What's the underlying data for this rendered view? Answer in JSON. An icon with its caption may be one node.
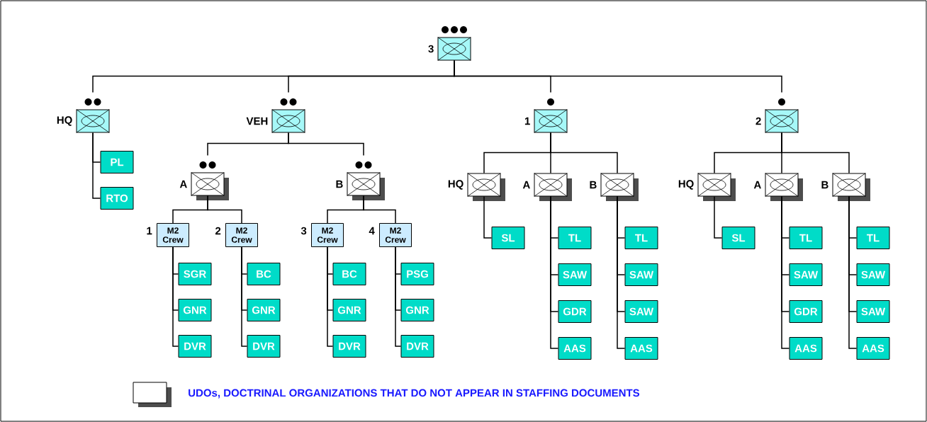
{
  "diagram": {
    "nodes": [
      {
        "text": [
          "3"
        ]
      },
      {
        "text": [
          "HQ"
        ]
      },
      {
        "text": [
          "PL"
        ]
      },
      {
        "text": [
          "RTO"
        ]
      },
      {
        "text": [
          "VEH"
        ]
      },
      {
        "text": [
          "A"
        ]
      },
      {
        "text": [
          "1",
          "M2 Crew"
        ]
      },
      {
        "text": [
          "SGR"
        ]
      },
      {
        "text": [
          "GNR"
        ]
      },
      {
        "text": [
          "DVR"
        ]
      },
      {
        "text": [
          "2",
          "M2 Crew"
        ]
      },
      {
        "text": [
          "BC"
        ]
      },
      {
        "text": [
          "GNR"
        ]
      },
      {
        "text": [
          "DVR"
        ]
      },
      {
        "text": [
          "B"
        ]
      },
      {
        "text": [
          "3",
          "M2 Crew"
        ]
      },
      {
        "text": [
          "BC"
        ]
      },
      {
        "text": [
          "GNR"
        ]
      },
      {
        "text": [
          "DVR"
        ]
      },
      {
        "text": [
          "4",
          "M2 Crew"
        ]
      },
      {
        "text": [
          "PSG"
        ]
      },
      {
        "text": [
          "GNR"
        ]
      },
      {
        "text": [
          "DVR"
        ]
      },
      {
        "text": [
          "1"
        ]
      },
      {
        "text": [
          "HQ"
        ]
      },
      {
        "text": [
          "SL"
        ]
      },
      {
        "text": [
          "A"
        ]
      },
      {
        "text": [
          "TL"
        ]
      },
      {
        "text": [
          "SAW"
        ]
      },
      {
        "text": [
          "GDR"
        ]
      },
      {
        "text": [
          "AAS"
        ]
      },
      {
        "text": [
          "B"
        ]
      },
      {
        "text": [
          "TL"
        ]
      },
      {
        "text": [
          "SAW"
        ]
      },
      {
        "text": [
          "SAW"
        ]
      },
      {
        "text": [
          "AAS"
        ]
      },
      {
        "text": [
          "2"
        ]
      },
      {
        "text": [
          "HQ"
        ]
      },
      {
        "text": [
          "SL"
        ]
      },
      {
        "text": [
          "A"
        ]
      },
      {
        "text": [
          "TL"
        ]
      },
      {
        "text": [
          "SAW"
        ]
      },
      {
        "text": [
          "GDR"
        ]
      },
      {
        "text": [
          "AAS"
        ]
      },
      {
        "text": [
          "B"
        ]
      },
      {
        "text": [
          "TL"
        ]
      },
      {
        "text": [
          "SAW"
        ]
      },
      {
        "text": [
          "SAW"
        ]
      },
      {
        "text": [
          "AAS"
        ]
      }
    ],
    "edges": [
      {
        "from": 0,
        "to": 1,
        "arrow": "none"
      },
      {
        "from": 0,
        "to": 4,
        "arrow": "none"
      },
      {
        "from": 0,
        "to": 23,
        "arrow": "none"
      },
      {
        "from": 0,
        "to": 36,
        "arrow": "none"
      },
      {
        "from": 1,
        "to": 2,
        "arrow": "none"
      },
      {
        "from": 1,
        "to": 3,
        "arrow": "none"
      },
      {
        "from": 4,
        "to": 5,
        "arrow": "none"
      },
      {
        "from": 4,
        "to": 14,
        "arrow": "none"
      },
      {
        "from": 5,
        "to": 6,
        "arrow": "none"
      },
      {
        "from": 5,
        "to": 10,
        "arrow": "none"
      },
      {
        "from": 6,
        "to": 7,
        "arrow": "none"
      },
      {
        "from": 6,
        "to": 8,
        "arrow": "none"
      },
      {
        "from": 6,
        "to": 9,
        "arrow": "none"
      },
      {
        "from": 10,
        "to": 11,
        "arrow": "none"
      },
      {
        "from": 10,
        "to": 12,
        "arrow": "none"
      },
      {
        "from": 10,
        "to": 13,
        "arrow": "none"
      },
      {
        "from": 14,
        "to": 15,
        "arrow": "none"
      },
      {
        "from": 14,
        "to": 19,
        "arrow": "none"
      },
      {
        "from": 15,
        "to": 16,
        "arrow": "none"
      },
      {
        "from": 15,
        "to": 17,
        "arrow": "none"
      },
      {
        "from": 15,
        "to": 18,
        "arrow": "none"
      },
      {
        "from": 19,
        "to": 20,
        "arrow": "none"
      },
      {
        "from": 19,
        "to": 21,
        "arrow": "none"
      },
      {
        "from": 19,
        "to": 22,
        "arrow": "none"
      },
      {
        "from": 23,
        "to": 24,
        "arrow": "none"
      },
      {
        "from": 23,
        "to": 26,
        "arrow": "none"
      },
      {
        "from": 23,
        "to": 31,
        "arrow": "none"
      },
      {
        "from": 24,
        "to": 25,
        "arrow": "none"
      },
      {
        "from": 26,
        "to": 27,
        "arrow": "none"
      },
      {
        "from": 26,
        "to": 28,
        "arrow": "none"
      },
      {
        "from": 26,
        "to": 29,
        "arrow": "none"
      },
      {
        "from": 26,
        "to": 30,
        "arrow": "none"
      },
      {
        "from": 31,
        "to": 32,
        "arrow": "none"
      },
      {
        "from": 31,
        "to": 33,
        "arrow": "none"
      },
      {
        "from": 31,
        "to": 34,
        "arrow": "none"
      },
      {
        "from": 31,
        "to": 35,
        "arrow": "none"
      },
      {
        "from": 36,
        "to": 37,
        "arrow": "none"
      },
      {
        "from": 36,
        "to": 39,
        "arrow": "none"
      },
      {
        "from": 36,
        "to": 44,
        "arrow": "none"
      },
      {
        "from": 37,
        "to": 38,
        "arrow": "none"
      },
      {
        "from": 39,
        "to": 40,
        "arrow": "none"
      },
      {
        "from": 39,
        "to": 41,
        "arrow": "none"
      },
      {
        "from": 39,
        "to": 42,
        "arrow": "none"
      },
      {
        "from": 39,
        "to": 43,
        "arrow": "none"
      },
      {
        "from": 44,
        "to": 45,
        "arrow": "none"
      },
      {
        "from": 44,
        "to": 46,
        "arrow": "none"
      },
      {
        "from": 44,
        "to": 47,
        "arrow": "none"
      },
      {
        "from": 44,
        "to": 48,
        "arrow": "none"
      }
    ],
    "legend": [
      {
        "text": "UDOs, DOCTRINAL ORGANIZATIONS THAT DO NOT APPEAR IN STAFFING DOCUMENTS"
      }
    ]
  }
}
